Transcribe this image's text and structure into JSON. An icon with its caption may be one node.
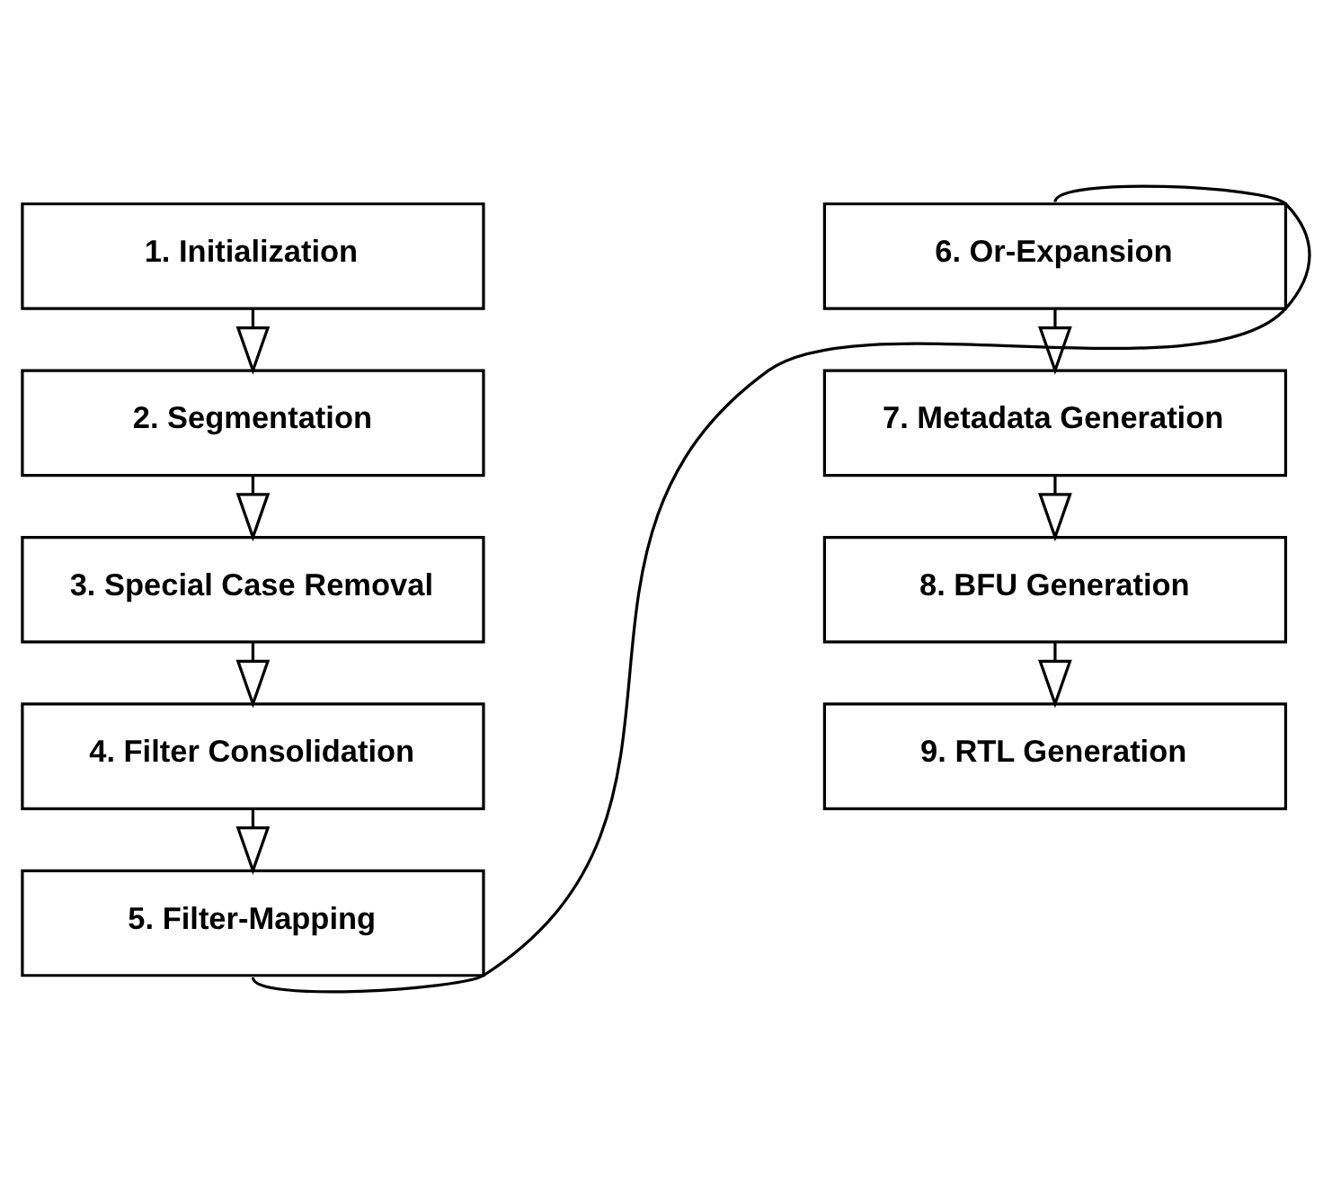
{
  "diagram": {
    "nodes": [
      {
        "text": [
          "1. Initialization"
        ]
      },
      {
        "text": [
          "2. Segmentation"
        ]
      },
      {
        "text": [
          "3. Special Case Removal"
        ]
      },
      {
        "text": [
          "4. Filter Consolidation"
        ]
      },
      {
        "text": [
          "5. Filter-Mapping"
        ]
      },
      {
        "text": [
          "6. Or-Expansion"
        ]
      },
      {
        "text": [
          "7. Metadata Generation"
        ]
      },
      {
        "text": [
          "8. BFU Generation"
        ]
      },
      {
        "text": [
          "9. RTL Generation"
        ]
      }
    ],
    "edges": [
      {
        "from": 0,
        "to": 1,
        "arrow": "to"
      },
      {
        "from": 1,
        "to": 2,
        "arrow": "to"
      },
      {
        "from": 2,
        "to": 3,
        "arrow": "to"
      },
      {
        "from": 3,
        "to": 4,
        "arrow": "to"
      },
      {
        "from": 4,
        "to": 5,
        "arrow": "none"
      },
      {
        "from": 5,
        "to": 6,
        "arrow": "to"
      },
      {
        "from": 6,
        "to": 7,
        "arrow": "to"
      },
      {
        "from": 7,
        "to": 8,
        "arrow": "to"
      }
    ]
  }
}
